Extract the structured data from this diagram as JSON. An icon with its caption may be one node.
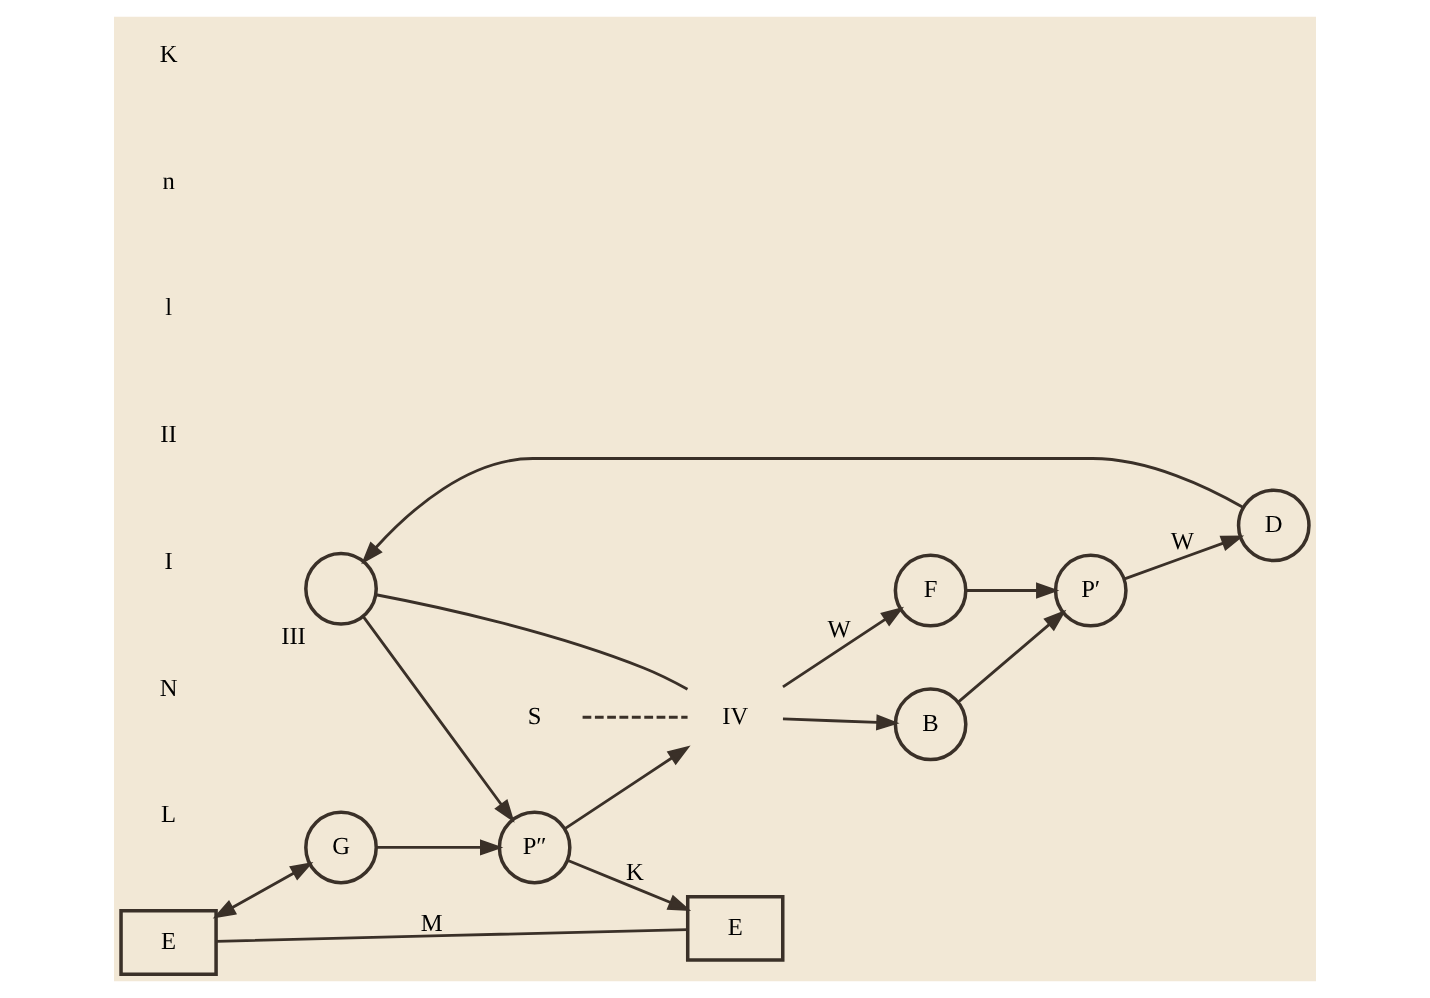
{
  "diagram": {
    "nodes": [
      {
        "text": [],
        "shape": "circle",
        "beside": [
          "III"
        ]
      },
      {
        "text": [
          "IV"
        ]
      },
      {
        "text": [
          "S"
        ]
      },
      {
        "text": [
          "D"
        ]
      },
      {
        "text": [
          "B"
        ]
      },
      {
        "text": [
          "P′"
        ]
      },
      {
        "text": [
          "F"
        ]
      },
      {
        "text": [
          "P″"
        ]
      },
      {
        "text": [
          "G"
        ]
      },
      {
        "text": [
          "E"
        ]
      },
      {
        "text": [
          "E"
        ]
      }
    ],
    "edges": [
      {
        "from": 3,
        "to": 0,
        "arrow": "to"
      },
      {
        "from": 0,
        "to": 7,
        "arrow": "to"
      },
      {
        "from": 0,
        "to": 1,
        "arrow": "none"
      },
      {
        "from": 7,
        "to": 1,
        "arrow": "to"
      },
      {
        "from": 1,
        "to": 4,
        "arrow": "to"
      },
      {
        "from": 1,
        "to": 6,
        "arrow": "to",
        "label": "W"
      },
      {
        "from": 4,
        "to": 5,
        "arrow": "to"
      },
      {
        "from": 6,
        "to": 5,
        "arrow": "to"
      },
      {
        "from": 5,
        "to": 3,
        "arrow": "to",
        "label": "W"
      },
      {
        "from": 2,
        "to": 1,
        "arrow": "none",
        "style": "dashed"
      },
      {
        "from": 8,
        "to": 7,
        "arrow": "to"
      },
      {
        "from": 9,
        "to": 8,
        "arrow": "both"
      },
      {
        "from": 7,
        "to": 10,
        "arrow": "to",
        "label": "K"
      },
      {
        "from": 9,
        "to": 10,
        "arrow": "none",
        "label": "M"
      }
    ],
    "labels": [
      "L",
      "N",
      "I",
      "II",
      "l",
      "n",
      "K"
    ]
  }
}
